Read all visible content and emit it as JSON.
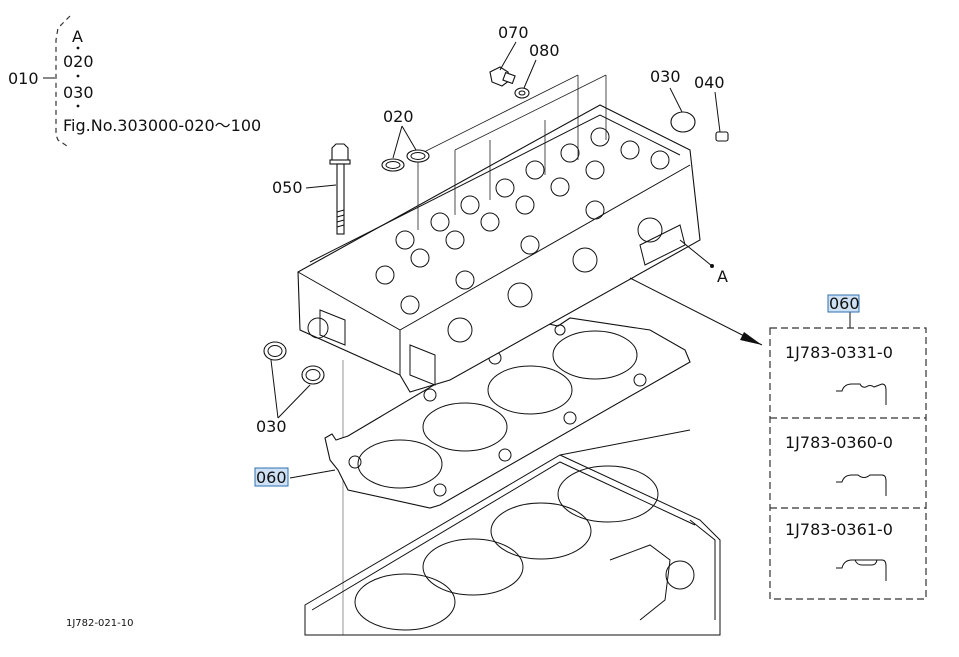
{
  "diagram": {
    "assembly_group": {
      "ref": "010",
      "items": [
        "A",
        "020",
        "030",
        "Fig.No.303000-020～100"
      ]
    },
    "callouts": {
      "c070": "070",
      "c080": "080",
      "c030_top": "030",
      "c040": "040",
      "c020": "020",
      "c050": "050",
      "c030_bottom": "030",
      "c060_left": "060",
      "point_a": "A"
    },
    "gasket_options": {
      "ref": "060",
      "options": [
        {
          "part_number": "1J783-0331-0",
          "profile": "two-notch"
        },
        {
          "part_number": "1J783-0360-0",
          "profile": "single-notch"
        },
        {
          "part_number": "1J783-0361-0",
          "profile": "flat-notch"
        }
      ]
    },
    "figure_code": "1J782-021-10",
    "highlight_color": "#cfe2f5"
  }
}
